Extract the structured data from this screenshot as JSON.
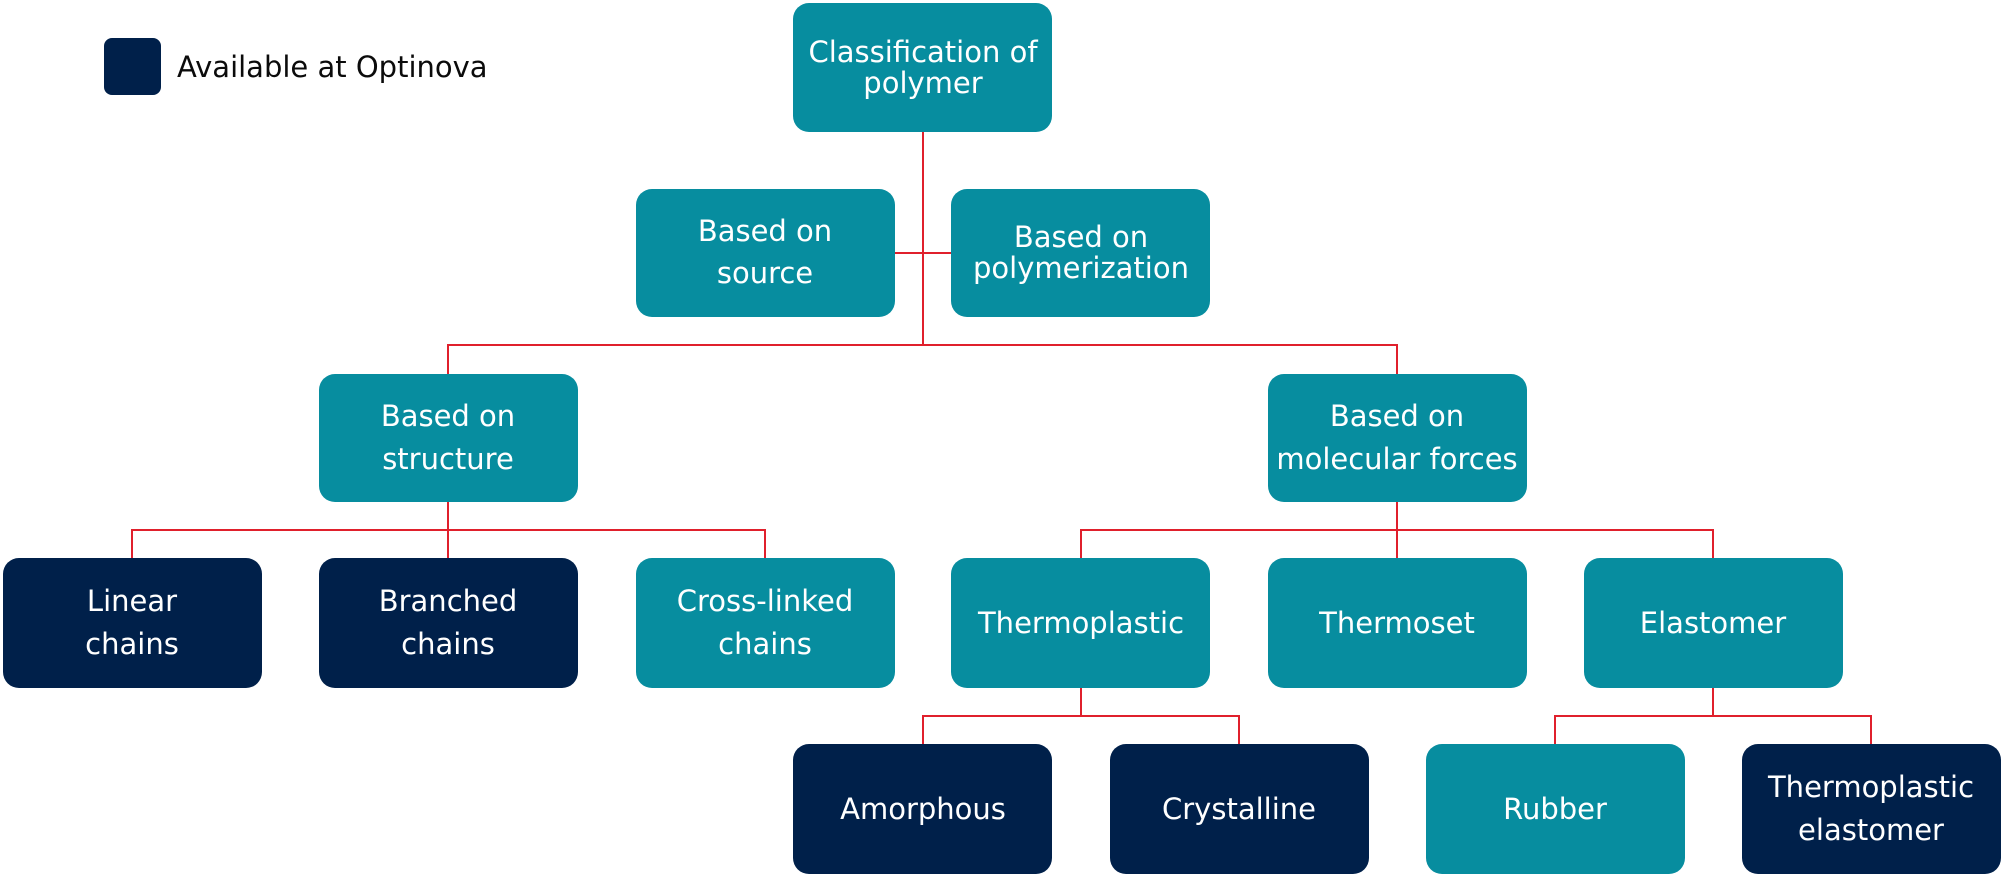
{
  "colors": {
    "teal": "#078d9f",
    "navy": "#00204a",
    "connector": "#e0202c",
    "text_on_node": "#ffffff",
    "legend_text": "#0b0b0b"
  },
  "legend": {
    "label": "Available at Optinova",
    "swatch_color": "navy"
  },
  "nodes": {
    "root": {
      "lines": [
        "Classification of",
        "polymer"
      ],
      "color": "teal"
    },
    "source": {
      "lines": [
        "Based on",
        "source"
      ],
      "color": "teal"
    },
    "polymerization": {
      "lines": [
        "Based on",
        "polymerization"
      ],
      "color": "teal"
    },
    "structure": {
      "lines": [
        "Based on",
        "structure"
      ],
      "color": "teal"
    },
    "molecular": {
      "lines": [
        "Based on",
        "molecular forces"
      ],
      "color": "teal"
    },
    "linear": {
      "lines": [
        "Linear",
        "chains"
      ],
      "color": "navy"
    },
    "branched": {
      "lines": [
        "Branched",
        "chains"
      ],
      "color": "navy"
    },
    "crosslinked": {
      "lines": [
        "Cross-linked",
        "chains"
      ],
      "color": "teal"
    },
    "thermoplastic": {
      "lines": [
        "Thermoplastic"
      ],
      "color": "teal"
    },
    "thermoset": {
      "lines": [
        "Thermoset"
      ],
      "color": "teal"
    },
    "elastomer": {
      "lines": [
        "Elastomer"
      ],
      "color": "teal"
    },
    "amorphous": {
      "lines": [
        "Amorphous"
      ],
      "color": "navy"
    },
    "crystalline": {
      "lines": [
        "Crystalline"
      ],
      "color": "navy"
    },
    "rubber": {
      "lines": [
        "Rubber"
      ],
      "color": "teal"
    },
    "tpe": {
      "lines": [
        "Thermoplastic",
        "elastomer"
      ],
      "color": "navy"
    }
  },
  "edges": [
    [
      "root",
      "source"
    ],
    [
      "root",
      "polymerization"
    ],
    [
      "root",
      "structure"
    ],
    [
      "root",
      "molecular"
    ],
    [
      "structure",
      "linear"
    ],
    [
      "structure",
      "branched"
    ],
    [
      "structure",
      "crosslinked"
    ],
    [
      "molecular",
      "thermoplastic"
    ],
    [
      "molecular",
      "thermoset"
    ],
    [
      "molecular",
      "elastomer"
    ],
    [
      "thermoplastic",
      "amorphous"
    ],
    [
      "thermoplastic",
      "crystalline"
    ],
    [
      "elastomer",
      "rubber"
    ],
    [
      "elastomer",
      "tpe"
    ]
  ]
}
